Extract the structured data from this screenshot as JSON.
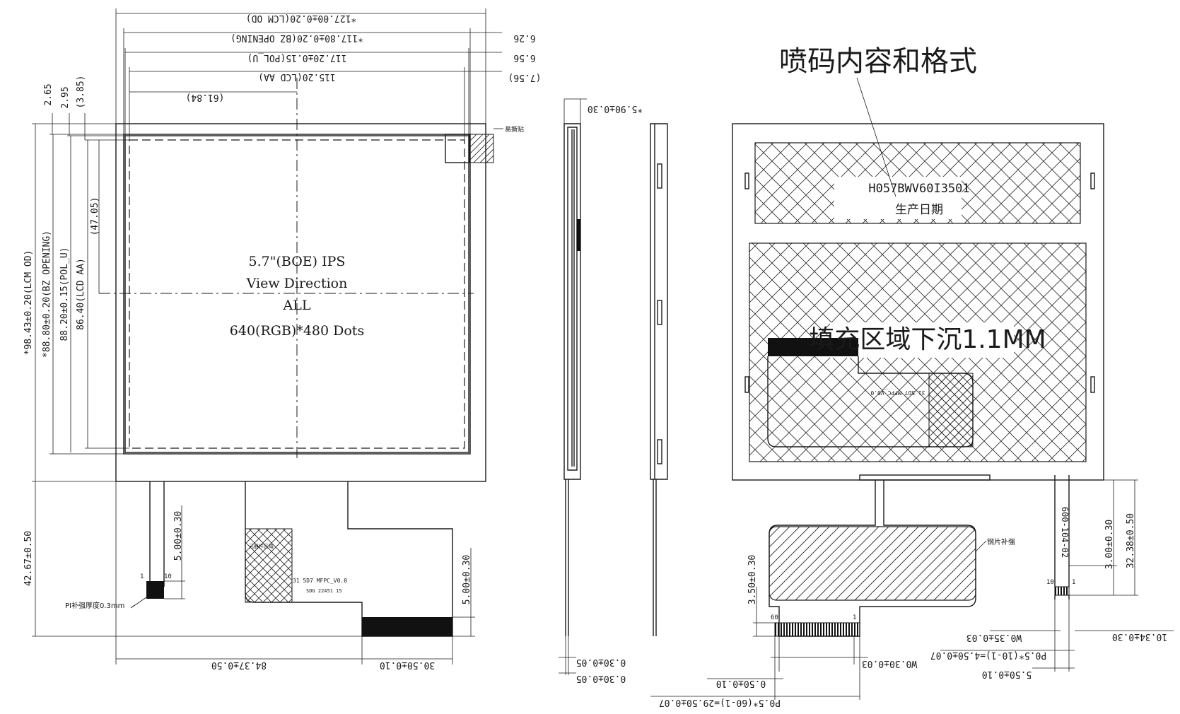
{
  "front_view": {
    "dims_top": [
      "*127.00±0.20(LCM OD)",
      "*117.80±0.20(BZ OPENING)",
      "117.20±0.15(POL_U)",
      "115.20(LCD AA)",
      "(61.84)"
    ],
    "dims_top_right": [
      "6.26",
      "6.56",
      "(7.56)"
    ],
    "dims_left_small": [
      "2.65",
      "2.95",
      "(3.85)"
    ],
    "dims_left": [
      "*98.43±0.20(LCM OD)",
      "*88.80±0.20(BZ OPENING)",
      "88.20±0.15(POL_U)",
      "86.40(LCD AA)",
      "(47.05)"
    ],
    "tape_label": "易撕贴",
    "center_text": [
      "5.7\"(BOE) IPS",
      "View Direction",
      "ALL",
      "640(RGB)*480 Dots"
    ],
    "fpc_left": {
      "pin1": "1",
      "pin10": "10",
      "dim_len": "5.00±0.30",
      "stiffener_label": "PI补强厚度0.3mm"
    },
    "fpc_main": {
      "component_label": "元器件区域",
      "fpc_name": "31 5D7 MFPC_V0.0",
      "fpc_date": "SDG 22451 15",
      "dim_len": "5.00±0.30"
    },
    "dims_bottom": [
      "84.37±0.50",
      "30.50±0.10"
    ],
    "dim_height": "42.67±0.50"
  },
  "side_view": {
    "dim_thickness": "*5.90±0.30",
    "dims_bottom": [
      "0.30±0.05",
      "0.30±0.05"
    ]
  },
  "back_view": {
    "title": "喷码内容和格式",
    "code": "H057BWV60I3501",
    "date_label": "生产日期",
    "fill_label": "填充区域下沉1.1MM",
    "steel_label": "钢片补强",
    "fpc_name": "31 5D7 MFPC_V0.0",
    "part_number": "600-104-02",
    "pin60": "60",
    "pin1": "1",
    "pin10": "10",
    "pin1b": "1",
    "dims_left": [
      "3.50±0.30"
    ],
    "dims_right": [
      "3.00±0.30",
      "32.38±0.50"
    ],
    "dims_bottom": [
      "W0.30±0.03",
      "0.50±0.10",
      "P0.5*(60-1)=29.50±0.07",
      "W0.35±0.03",
      "P0.5*(10-1)=4.50±0.07",
      "5.50±0.10",
      "10.34±0.30"
    ]
  }
}
